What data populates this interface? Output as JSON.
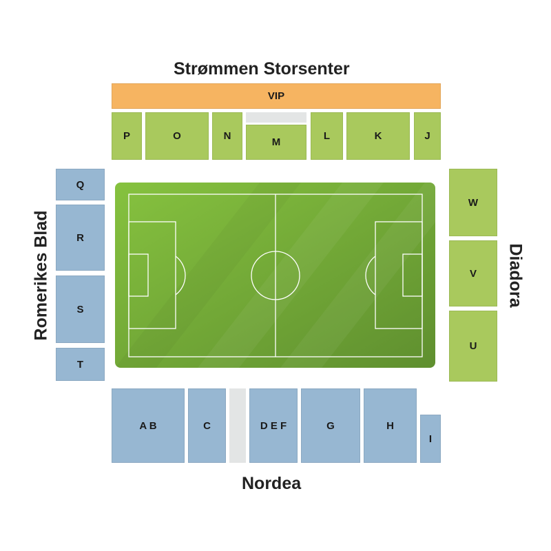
{
  "stands": {
    "north": "Strømmen Storsenter",
    "south": "Nordea",
    "west": "Romerikes Blad",
    "east": "Diadora"
  },
  "sections": {
    "vip": "VIP",
    "p": "P",
    "o": "O",
    "n": "N",
    "m": "M",
    "l": "L",
    "k": "K",
    "j": "J",
    "q": "Q",
    "r": "R",
    "s": "S",
    "t": "T",
    "w": "W",
    "v": "V",
    "u": "U",
    "ab": "A B",
    "c": "C",
    "def": "D E F",
    "g": "G",
    "h": "H",
    "i": "I"
  },
  "colors": {
    "home_stand": "#a9c95d",
    "away_stand": "#97b7d2",
    "vip": "#f6b461",
    "pitch": "#7fb83c",
    "walkway": "#e3e5e5"
  }
}
